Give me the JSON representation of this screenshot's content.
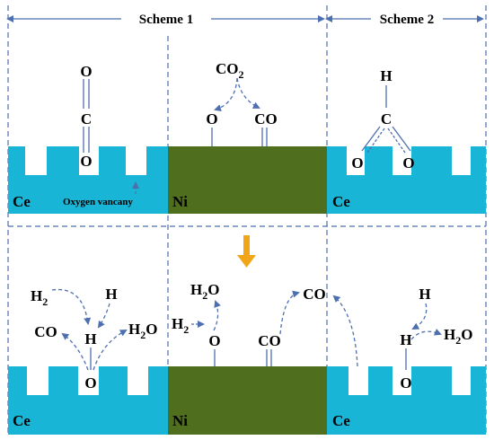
{
  "header": {
    "scheme1": "Scheme 1",
    "scheme2": "Scheme 2"
  },
  "top": {
    "ce_left_label": "Ce",
    "oxygen_vacancy_label": "Oxygen vancany",
    "ni_label": "Ni",
    "ce_right_label": "Ce",
    "co2_left": {
      "o_top": "O",
      "c": "C",
      "o_bottom": "O"
    },
    "ni_mid": {
      "co2": "CO",
      "co2_sub": "2",
      "o": "O",
      "co": "CO"
    },
    "formate": {
      "h": "H",
      "c": "C",
      "o_left": "O",
      "o_right": "O"
    }
  },
  "bottom": {
    "ce_left_label": "Ce",
    "ni_label": "Ni",
    "ce_right_label": "Ce",
    "left": {
      "h2": "H",
      "h2_sub": "2",
      "h": "H",
      "co": "CO",
      "h_mid": "H",
      "h2o": "H",
      "h2o_sub": "2",
      "h2o_tail": "O",
      "o": "O"
    },
    "mid": {
      "h2o": "H",
      "h2o_sub": "2",
      "h2o_tail": "O",
      "h2": "H",
      "h2_sub": "2",
      "o": "O",
      "co": "CO",
      "co_far": "CO"
    },
    "right": {
      "h": "H",
      "h_mid": "H",
      "o": "O",
      "h2o": "H",
      "h2o_sub": "2",
      "h2o_tail": "O"
    }
  },
  "colors": {
    "ceria": "#19b5d6",
    "nickel": "#4f6f1e",
    "arrow": "#4d6fb0",
    "down_arrow": "#f2a516"
  }
}
